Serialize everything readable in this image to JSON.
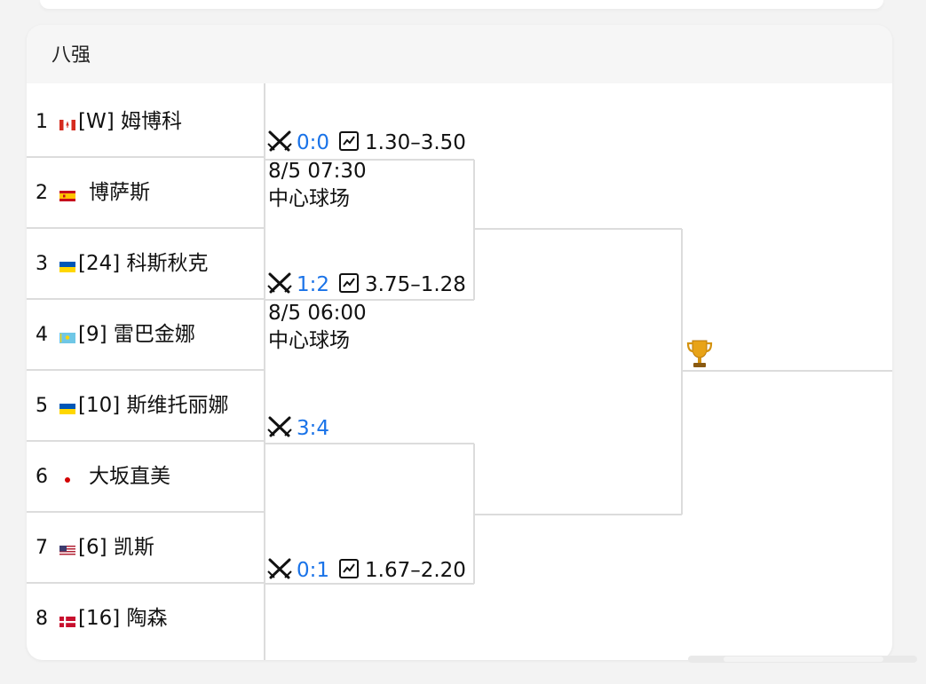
{
  "stage": {
    "title": "八强"
  },
  "players": [
    {
      "seed": "1",
      "name": "[W] 姆博科",
      "flag": "canada-flag-icon"
    },
    {
      "seed": "2",
      "name": "博萨斯",
      "flag": "spain-flag-icon"
    },
    {
      "seed": "3",
      "name": "[24] 科斯秋克",
      "flag": "ukraine-flag-icon"
    },
    {
      "seed": "4",
      "name": "[9] 雷巴金娜",
      "flag": "kazakhstan-flag-icon"
    },
    {
      "seed": "5",
      "name": "[10] 斯维托丽娜",
      "flag": "ukraine-flag-icon"
    },
    {
      "seed": "6",
      "name": "大坂直美",
      "flag": "japan-flag-icon"
    },
    {
      "seed": "7",
      "name": "[6] 凯斯",
      "flag": "usa-flag-icon"
    },
    {
      "seed": "8",
      "name": "[16] 陶森",
      "flag": "denmark-flag-icon"
    }
  ],
  "matches": [
    {
      "score": "0:0",
      "odds": "1.30–3.50",
      "date": "8/5 07:30",
      "venue": "中心球场"
    },
    {
      "score": "1:2",
      "odds": "3.75–1.28",
      "date": "8/5 06:00",
      "venue": "中心球场"
    },
    {
      "score": "3:4",
      "odds": "",
      "date": "",
      "venue": ""
    },
    {
      "score": "0:1",
      "odds": "1.67–2.20",
      "date": "",
      "venue": ""
    }
  ],
  "icons": {
    "match": "crossed-swords-icon",
    "odds": "trend-chart-icon",
    "winner": "trophy-icon"
  },
  "colors": {
    "score": "#1a73e8",
    "bracket_line": "#dcdcdc",
    "header_bg": "#f6f6f6"
  }
}
